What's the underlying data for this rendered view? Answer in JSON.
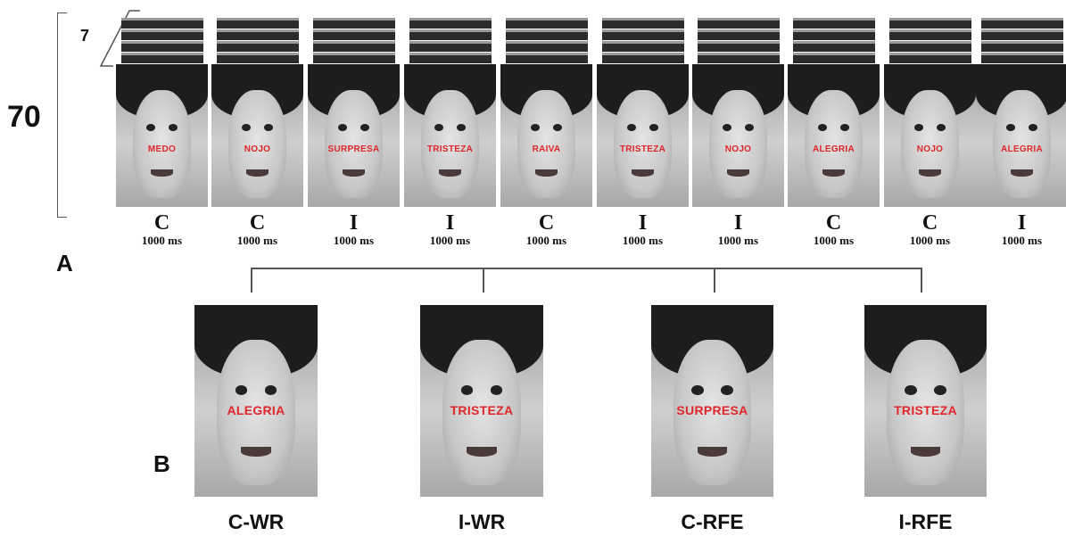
{
  "scale": {
    "trials": "70",
    "repetitions": "7"
  },
  "panels": {
    "a": "A",
    "b": "B"
  },
  "sequence": [
    {
      "word": "MEDO",
      "condition": "C",
      "duration": "1000 ms"
    },
    {
      "word": "NOJO",
      "condition": "C",
      "duration": "1000 ms"
    },
    {
      "word": "SURPRESA",
      "condition": "I",
      "duration": "1000 ms"
    },
    {
      "word": "TRISTEZA",
      "condition": "I",
      "duration": "1000 ms"
    },
    {
      "word": "RAIVA",
      "condition": "C",
      "duration": "1000 ms"
    },
    {
      "word": "TRISTEZA",
      "condition": "I",
      "duration": "1000 ms"
    },
    {
      "word": "NOJO",
      "condition": "I",
      "duration": "1000 ms"
    },
    {
      "word": "ALEGRIA",
      "condition": "C",
      "duration": "1000 ms"
    },
    {
      "word": "NOJO",
      "condition": "C",
      "duration": "1000 ms"
    },
    {
      "word": "ALEGRIA",
      "condition": "I",
      "duration": "1000 ms"
    }
  ],
  "examples": [
    {
      "word": "ALEGRIA",
      "label": "C-WR"
    },
    {
      "word": "TRISTEZA",
      "label": "I-WR"
    },
    {
      "word": "SURPRESA",
      "label": "C-RFE"
    },
    {
      "word": "TRISTEZA",
      "label": "I-RFE"
    }
  ]
}
